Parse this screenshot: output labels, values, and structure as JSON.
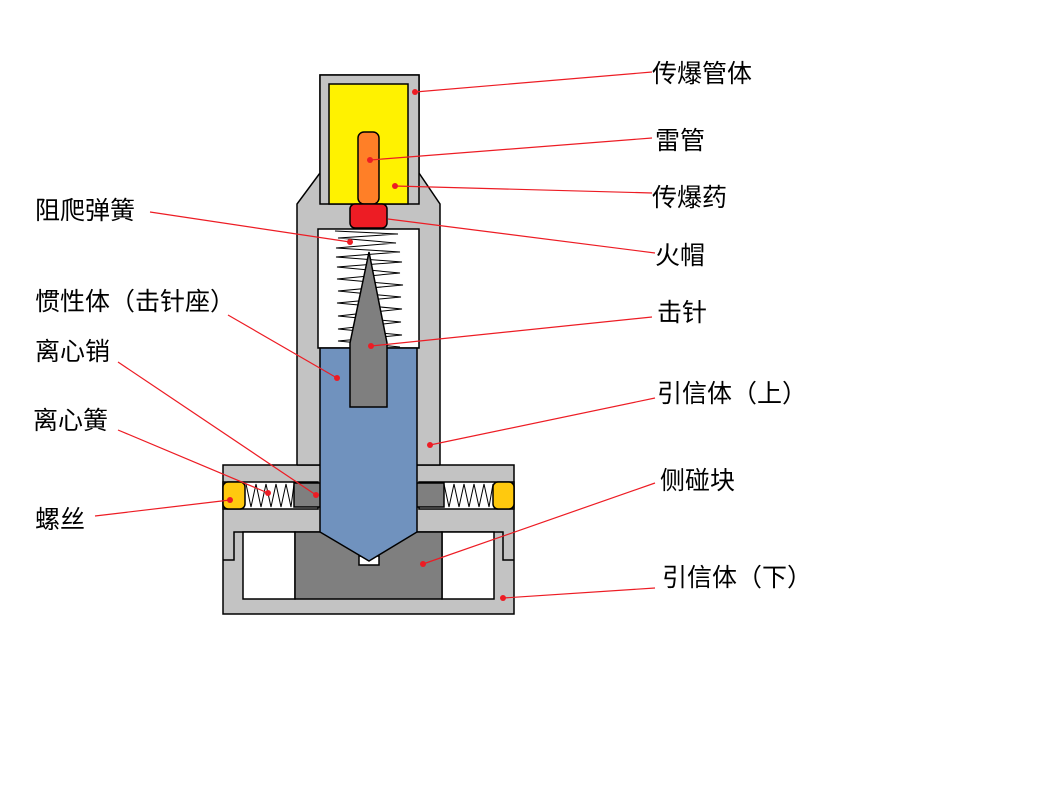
{
  "title": "Fuze cross-section diagram",
  "colors": {
    "body": "#c3c3c3",
    "booster": "#fff200",
    "detonator": "#ff7f27",
    "primer": "#ed1c24",
    "inertia_body": "#7092be",
    "pin": "#7f7f7f",
    "screw": "#ffc90e",
    "leader": "#ed1c24"
  },
  "labels": {
    "booster_tube": "传爆管体",
    "detonator": "雷管",
    "booster_charge": "传爆药",
    "primer": "火帽",
    "firing_pin": "击针",
    "fuze_body_upper": "引信体（上）",
    "side_impact_block": "侧碰块",
    "fuze_body_lower": "引信体（下）",
    "anti_creep_spring": "阻爬弹簧",
    "inertia_body": "惯性体（击针座）",
    "centrifugal_pin": "离心销",
    "centrifugal_spring": "离心簧",
    "screw": "螺丝"
  }
}
